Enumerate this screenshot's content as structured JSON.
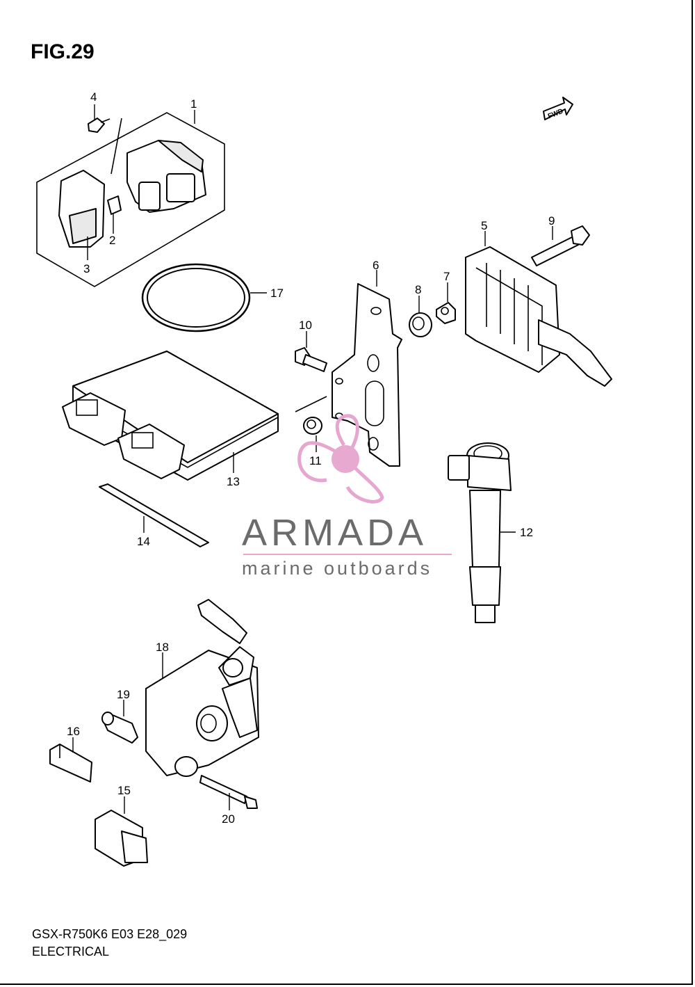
{
  "figure": {
    "title": "FIG.29",
    "code": "GSX-R750K6 E03 E28_029",
    "subtitle": "ELECTRICAL"
  },
  "fwd_label": "FWD",
  "callouts": [
    "1",
    "2",
    "3",
    "4",
    "5",
    "6",
    "7",
    "8",
    "9",
    "10",
    "11",
    "12",
    "13",
    "14",
    "15",
    "16",
    "17",
    "18",
    "19",
    "20"
  ],
  "watermark": {
    "brand": "ARMADA",
    "tagline": "marine outboards",
    "colors": {
      "logo": "#e6a6cf",
      "logo_center": "#e7a9d0",
      "text": "#6b6b6b"
    }
  }
}
